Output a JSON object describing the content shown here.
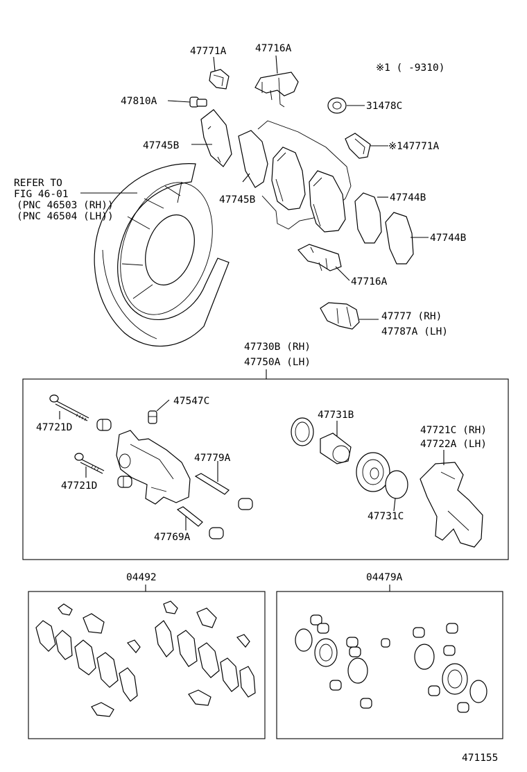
{
  "labels": {
    "clip_a": "47771A",
    "spring_top": "47716A",
    "note": "※1 (     -9310)",
    "bolt_top": "47810A",
    "boot_31478": "31478C",
    "shim_right": "※147771A",
    "shim_45_top": "47745B",
    "refer_to": "REFER TO",
    "refer_fig": "FIG 46-01",
    "refer_rh": "(PNC 46503 (RH))",
    "refer_lh": "(PNC 46504 (LH))",
    "shim_45_mid": "47745B",
    "shim_44_top": "47744B",
    "shim_44_bottom": "47744B",
    "spring_bottom": "47716A",
    "indicator_rh": "47777 (RH)",
    "indicator_lh": "47787A (LH)",
    "caliper_rh": "47730B (RH)",
    "caliper_lh": "47750A (LH)",
    "bleeder": "47547C",
    "bolt_1": "47721D",
    "bolt_2": "47721D",
    "piston": "47731B",
    "mount_rh": "47721C (RH)",
    "mount_lh": "47722A (LH)",
    "pin_a": "47779A",
    "pin_b": "47769A",
    "seal": "47731C",
    "kit_pads": "04492",
    "kit_seals": "04479A",
    "figure_number": "471155"
  }
}
